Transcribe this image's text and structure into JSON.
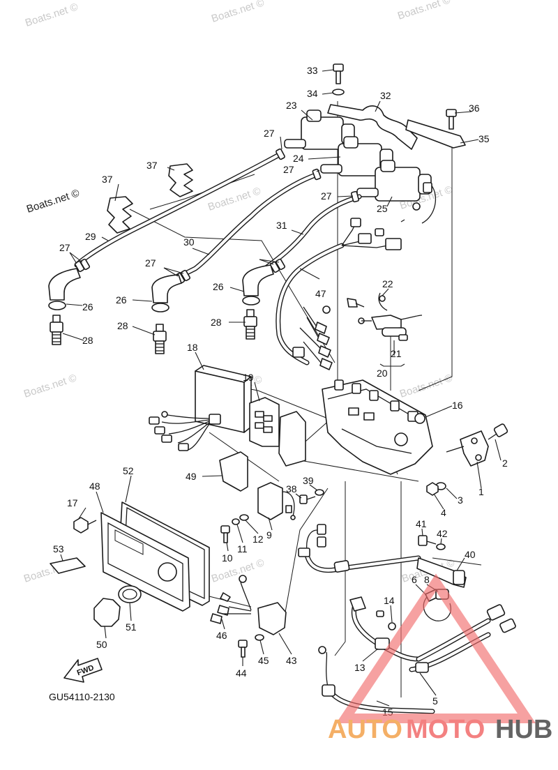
{
  "diagram": {
    "code": "GU54110-2130",
    "fwd_label": "FWD",
    "watermarks": [
      "Boats.net ©",
      "Boats.net ©",
      "Boats.net ©",
      "Boats.net ©",
      "Boats.net ©",
      "Boats.net ©",
      "Boats.net ©",
      "Boats.net ©",
      "Boats.net ©",
      "Boats.net ©",
      "Boats.net ©"
    ],
    "logo": {
      "part1": "AUTO",
      "part2": "MOTO",
      "part3": "HUB",
      "color_primary": "#f3a24c",
      "color_accent": "#f26c6c",
      "color_dark": "#4a4a4a"
    },
    "callouts": [
      "33",
      "34",
      "32",
      "23",
      "36",
      "35",
      "27",
      "24",
      "37",
      "27",
      "37",
      "25",
      "27",
      "29",
      "31",
      "30",
      "27",
      "27",
      "22",
      "26",
      "26",
      "47",
      "26",
      "28",
      "28",
      "28",
      "18",
      "21",
      "20",
      "19",
      "16",
      "2",
      "49",
      "1",
      "52",
      "39",
      "3",
      "48",
      "38",
      "17",
      "4",
      "9",
      "12",
      "11",
      "10",
      "41",
      "42",
      "53",
      "40",
      "6",
      "8",
      "14",
      "46",
      "51",
      "13",
      "50",
      "45",
      "43",
      "44",
      "5",
      "15"
    ]
  }
}
